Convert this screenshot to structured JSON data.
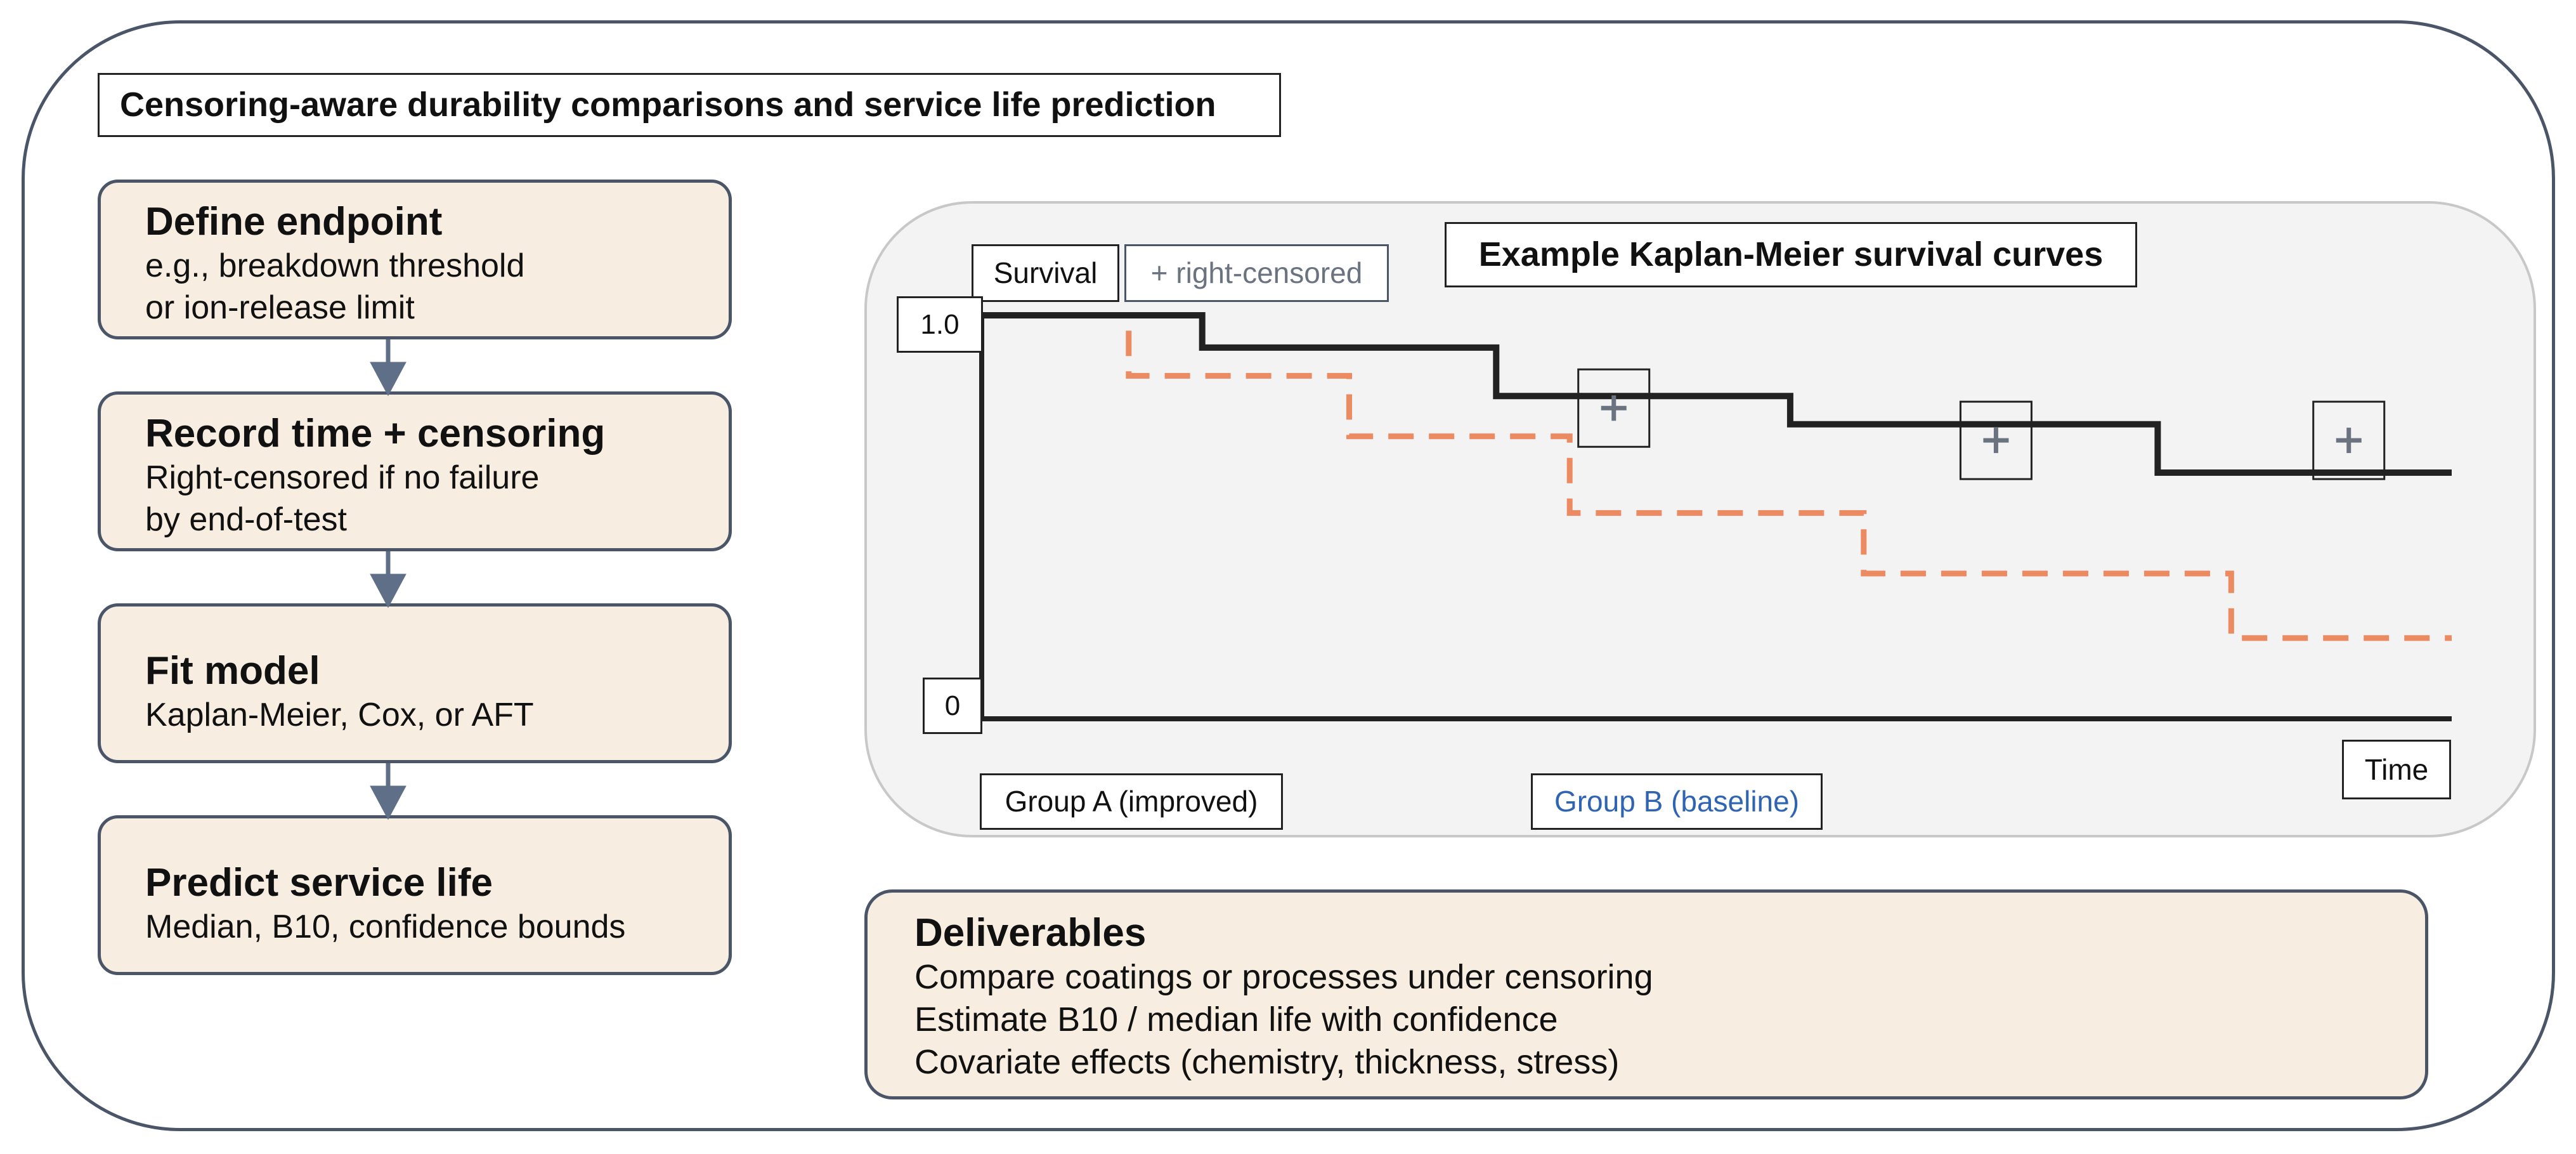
{
  "diagram": {
    "title": "Censoring-aware durability comparisons and service life prediction",
    "steps": [
      {
        "title": "Define endpoint",
        "lines": [
          "e.g., breakdown threshold",
          "or ion-release limit"
        ]
      },
      {
        "title": "Record time + censoring",
        "lines": [
          "Right-censored if no failure",
          "by end-of-test"
        ]
      },
      {
        "title": "Fit model",
        "lines": [
          "Kaplan-Meier, Cox, or AFT"
        ]
      },
      {
        "title": "Predict service life",
        "lines": [
          "Median, B10, confidence bounds"
        ]
      }
    ],
    "deliverables": {
      "title": "Deliverables",
      "lines": [
        "Compare coatings or processes under censoring",
        "Estimate B10 / median life with confidence",
        "Covariate effects (chemistry, thickness, stress)"
      ]
    },
    "colors": {
      "box_fill": "#f7ede0",
      "box_border": "#4a5568",
      "group_a_line": "#222222",
      "group_b_line": "#ec8b62",
      "group_b_label": "#2f64b2",
      "censor_mark": "#6b7280"
    }
  },
  "chart_data": {
    "type": "line",
    "title": "Example Kaplan-Meier survival curves",
    "ylabel": "Survival",
    "xlabel": "Time",
    "y_tick_labels": [
      "1.0",
      "0"
    ],
    "ylim": [
      0,
      1
    ],
    "xlim": [
      0,
      1
    ],
    "censor_legend": "+  right-censored",
    "series": [
      {
        "name": "Group A (improved)",
        "style": "solid",
        "steps": [
          [
            0,
            1.0
          ],
          [
            0.15,
            0.92
          ],
          [
            0.35,
            0.8
          ],
          [
            0.55,
            0.73
          ],
          [
            0.8,
            0.61
          ],
          [
            1.0,
            0.61
          ]
        ],
        "censored": [
          [
            0.43,
            0.77
          ],
          [
            0.69,
            0.69
          ],
          [
            0.93,
            0.69
          ]
        ]
      },
      {
        "name": "Group B (baseline)",
        "style": "dashed",
        "steps": [
          [
            0,
            1.0
          ],
          [
            0.1,
            0.85
          ],
          [
            0.25,
            0.7
          ],
          [
            0.4,
            0.51
          ],
          [
            0.6,
            0.36
          ],
          [
            0.85,
            0.2
          ],
          [
            1.0,
            0.2
          ]
        ],
        "censored": []
      }
    ]
  }
}
